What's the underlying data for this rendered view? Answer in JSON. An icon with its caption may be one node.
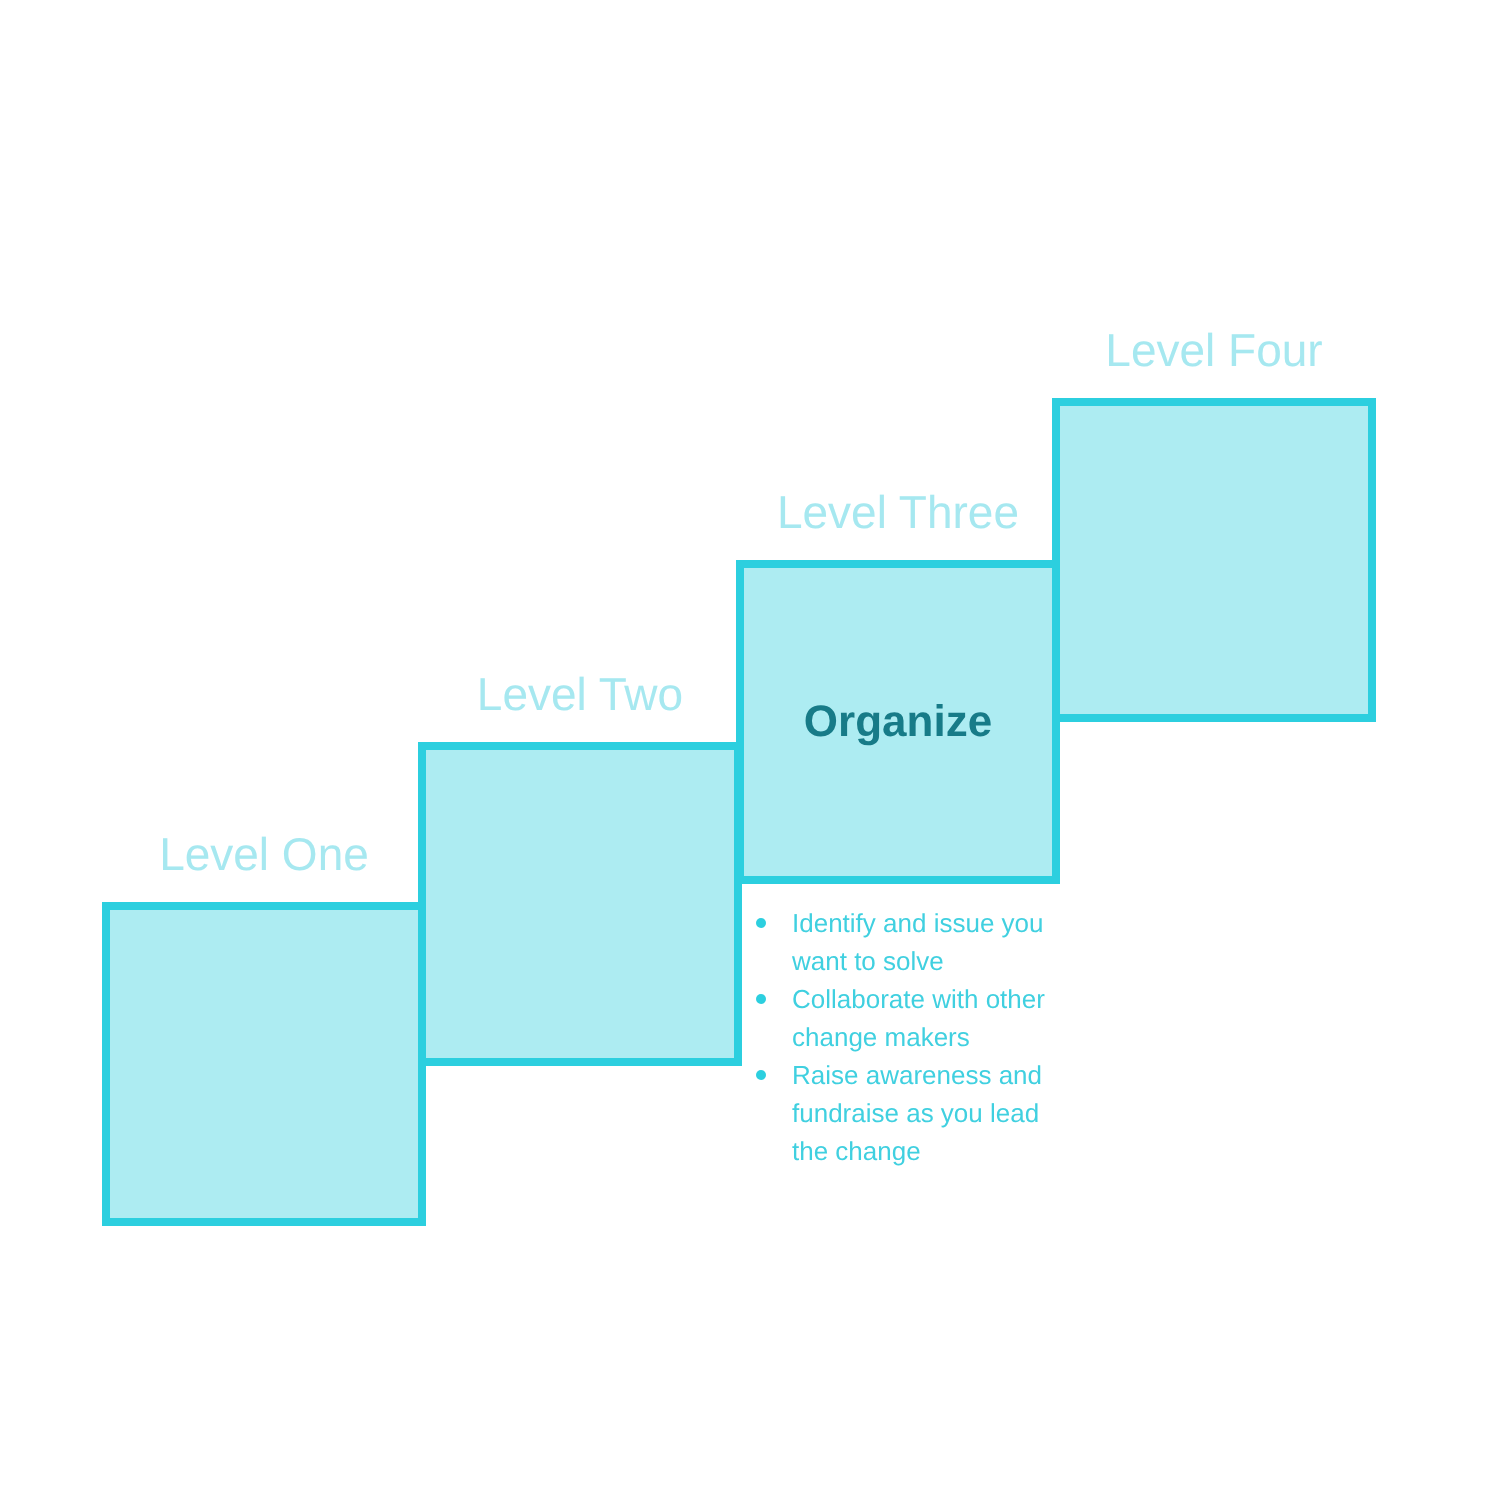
{
  "diagram": {
    "nodes": [
      {
        "text": [
          "Level One"
        ]
      },
      {
        "text": [
          "Level Two"
        ]
      },
      {
        "text": [
          "Level Three",
          "Organize"
        ],
        "beside": [
          "Identify and issue you want to solve",
          "Collaborate with other change makers",
          "Raise awareness and fundraise as you lead the change"
        ]
      },
      {
        "text": [
          "Level Four"
        ]
      }
    ]
  }
}
